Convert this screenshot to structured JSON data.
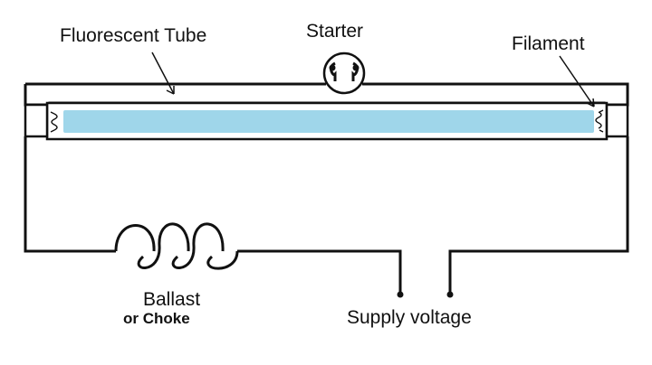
{
  "diagram": {
    "labels": {
      "tube": "Fluorescent Tube",
      "starter": "Starter",
      "filament": "Filament",
      "ballast": "Ballast",
      "choke": "or Choke",
      "supply": "Supply voltage"
    },
    "colors": {
      "wire": "#111111",
      "tube_glow": "#9fd6ea",
      "background": "#ffffff"
    }
  }
}
